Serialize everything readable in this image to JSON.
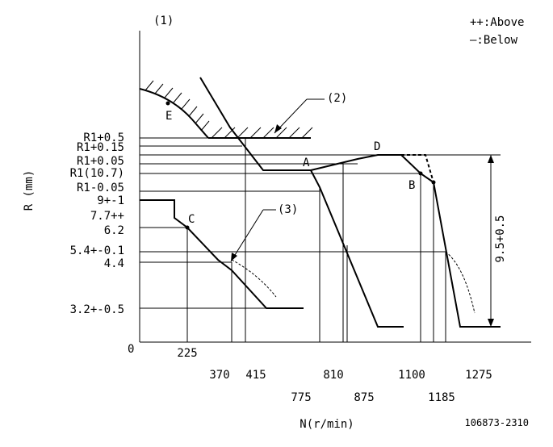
{
  "figure_index": "(1)",
  "legend": {
    "above": "++:Above",
    "below": "—:Below"
  },
  "callouts": {
    "stopper": "(2)",
    "curve": "(3)"
  },
  "points": {
    "A": "A",
    "B": "B",
    "C": "C",
    "D": "D",
    "E": "E"
  },
  "y_labels": [
    "R1+0.5",
    "R1+0.15",
    "R1+0.05",
    "R1(10.7)",
    "R1-0.05",
    "9+-1",
    "7.7++",
    "6.2",
    "5.4+-0.1",
    "4.4",
    "3.2+-0.5"
  ],
  "x_labels": [
    "225",
    "370",
    "415",
    "775",
    "810",
    "875",
    "1100",
    "1185",
    "1275"
  ],
  "origin": "0",
  "dimension": "9.5+0.5",
  "axis_x_title": "N(r/min)",
  "axis_y_title": "R (mm)",
  "drawing_number": "106873-2310"
}
